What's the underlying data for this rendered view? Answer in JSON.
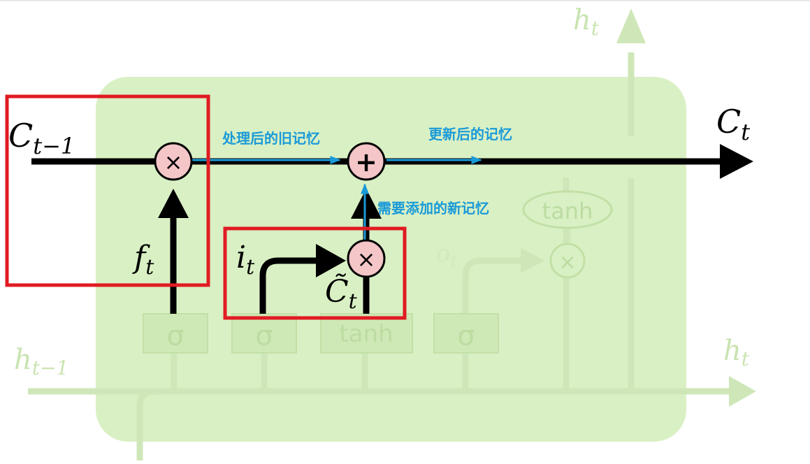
{
  "colors": {
    "cell_fill": "#d9f0c4",
    "faded_line": "#cfe7b8",
    "faded_box": "#cfe9b6",
    "faded_text": "#bcdca1",
    "main_line": "#000000",
    "highlight_box": "#e11b22",
    "annotation_blue": "#1a9ad8",
    "op_circle": "#f4c6c8"
  },
  "labels": {
    "c_prev": "C",
    "c_prev_sub": "t−1",
    "c_next": "C",
    "c_next_sub": "t",
    "h_prev": "h",
    "h_prev_sub": "t−1",
    "h_out_right": "h",
    "h_out_right_sub": "t",
    "h_out_top": "h",
    "h_out_top_sub": "t",
    "f_t": "f",
    "f_t_sub": "t",
    "i_t": "i",
    "i_t_sub": "t",
    "o_t": "o",
    "o_t_sub": "t",
    "c_tilde": "C̃",
    "c_tilde_sub": "t"
  },
  "ops": {
    "multiply": "×",
    "add": "+"
  },
  "gates": {
    "sigma": "σ",
    "tanh": "tanh"
  },
  "annotations": {
    "processed_old_memory": "处理后的旧记忆",
    "updated_memory": "更新后的记忆",
    "memory_to_add": "需要添加的新记忆"
  }
}
